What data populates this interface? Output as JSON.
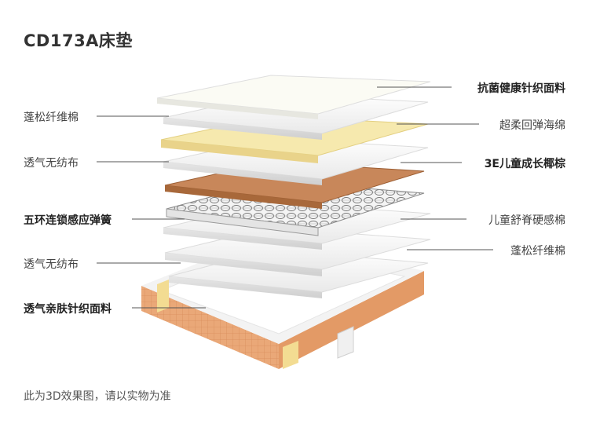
{
  "title": "CD173A床垫",
  "footnote": "此为3D效果图，请以实物为准",
  "layers_left": [
    {
      "text": "蓬松纤维棉",
      "bold": false
    },
    {
      "text": "透气无纺布",
      "bold": false
    },
    {
      "text": "五环连锁感应弹簧",
      "bold": true
    },
    {
      "text": "透气无纺布",
      "bold": false
    },
    {
      "text": "透气亲肤针织面料",
      "bold": true
    }
  ],
  "layers_right": [
    {
      "text": "抗菌健康针织面料",
      "bold": true
    },
    {
      "text": "超柔回弹海绵",
      "bold": false
    },
    {
      "text": "3E儿童成长椰棕",
      "bold": true
    },
    {
      "text": "儿童舒脊硬感棉",
      "bold": false
    },
    {
      "text": "蓬松纤维棉",
      "bold": false
    }
  ],
  "colors": {
    "sponge": "#f3e3a3",
    "coir": "#a8683a",
    "frame_wood": "#e8a574",
    "foam_white": "#f7f7f7",
    "leader_line": "#555555"
  }
}
